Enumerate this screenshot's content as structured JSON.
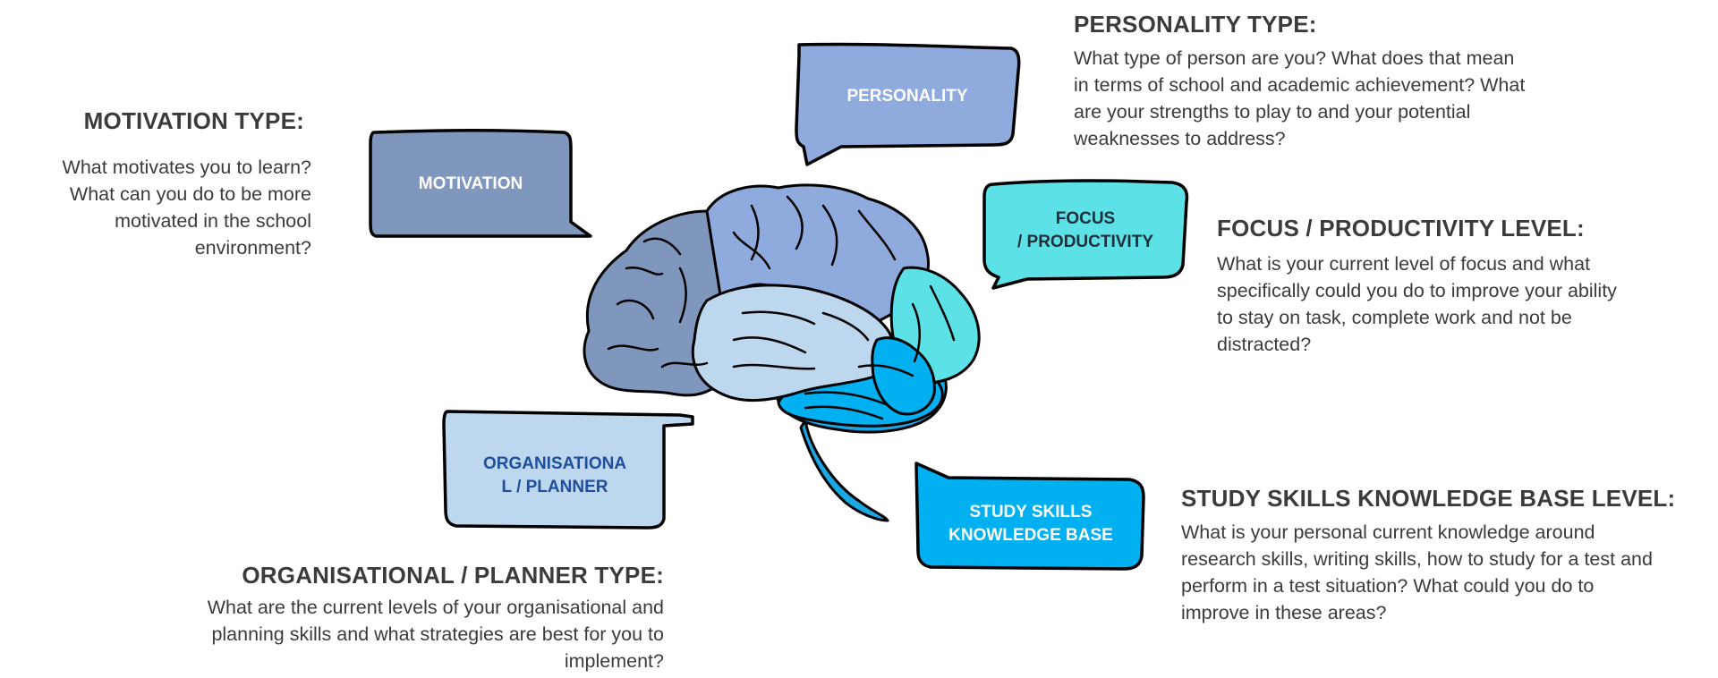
{
  "colors": {
    "motivation": "#7f96bd",
    "personality": "#8faadc",
    "focus": "#5ce1e6",
    "organisation": "#bdd7ee",
    "study": "#00b0f0",
    "cerebellum": "#1aa7e3",
    "outline": "#000000"
  },
  "bubbles": {
    "personality": "PERSONALITY",
    "motivation": "MOTIVATION",
    "focus": "FOCUS\n/ PRODUCTIVITY",
    "organisation": "ORGANISATIONA\nL / PLANNER",
    "study": "STUDY SKILLS\nKNOWLEDGE BASE"
  },
  "sections": {
    "personality": {
      "heading": "PERSONALITY TYPE:",
      "text": "What type of person are you? What does that mean in terms of school and academic achievement? What are your strengths to play to and your potential weaknesses to address?"
    },
    "motivation": {
      "heading": "MOTIVATION TYPE:",
      "text": "What motivates you to learn? What can you do to be more motivated in the school environment?"
    },
    "focus": {
      "heading": "FOCUS / PRODUCTIVITY LEVEL:",
      "text": "What is your current level of focus and what specifically could you do to improve your ability to stay on task, complete work and not be distracted?"
    },
    "study": {
      "heading": "STUDY SKILLS KNOWLEDGE BASE LEVEL:",
      "text": "What is your personal current knowledge around research skills, writing skills, how to study for a test and perform in a test situation? What could you do to improve in these areas?"
    },
    "organisation": {
      "heading": "ORGANISATIONAL / PLANNER TYPE:",
      "text": "What are the current levels of your organisational and planning skills and what strategies are best for you to implement?"
    }
  }
}
